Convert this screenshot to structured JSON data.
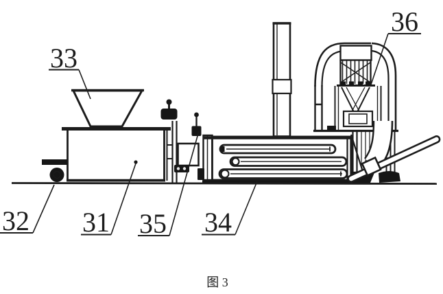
{
  "figure": {
    "caption": "图 3"
  },
  "callouts": {
    "c31": "31",
    "c32": "32",
    "c33": "33",
    "c34": "34",
    "c35": "35",
    "c36": "36"
  },
  "colors": {
    "ink": "#1c1c1c",
    "background": "#ffffff"
  }
}
